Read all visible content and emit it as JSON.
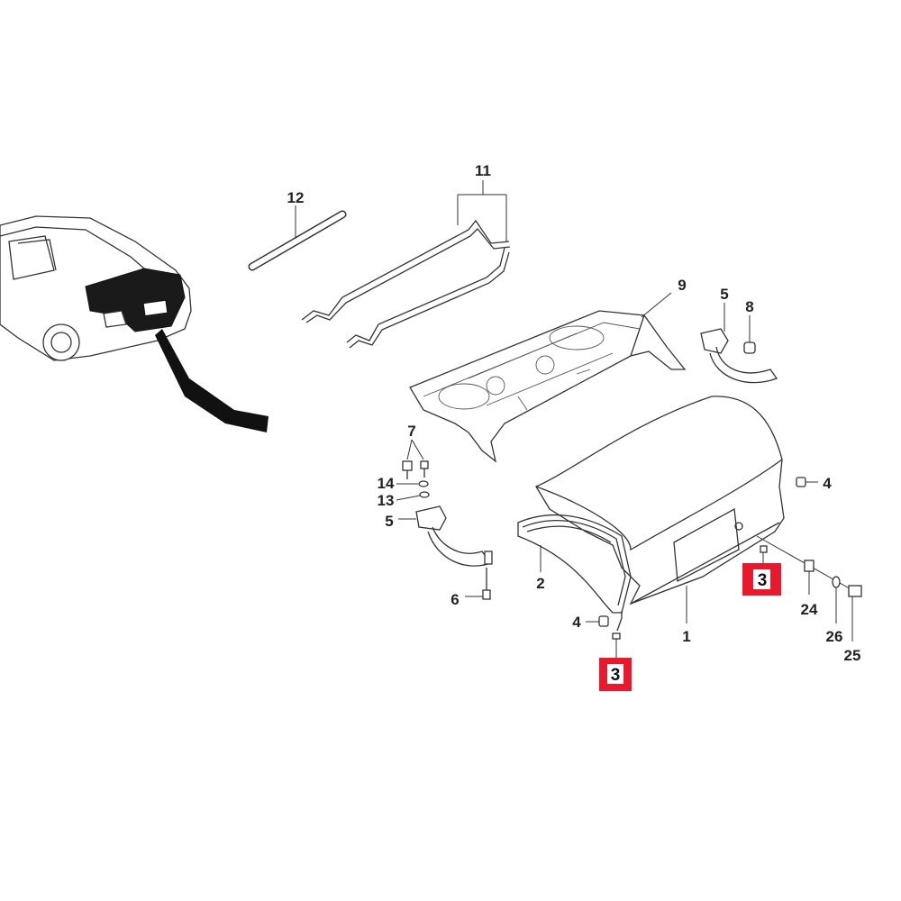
{
  "callouts": {
    "c1": "1",
    "c2": "2",
    "c3a": "3",
    "c3b": "3",
    "c4a": "4",
    "c4b": "4",
    "c5a": "5",
    "c5b": "5",
    "c6": "6",
    "c7": "7",
    "c8": "8",
    "c9": "9",
    "c11": "11",
    "c12": "12",
    "c13": "13",
    "c14": "14",
    "c24": "24",
    "c25": "25",
    "c26": "26"
  },
  "colors": {
    "highlight": "#e8192c"
  }
}
